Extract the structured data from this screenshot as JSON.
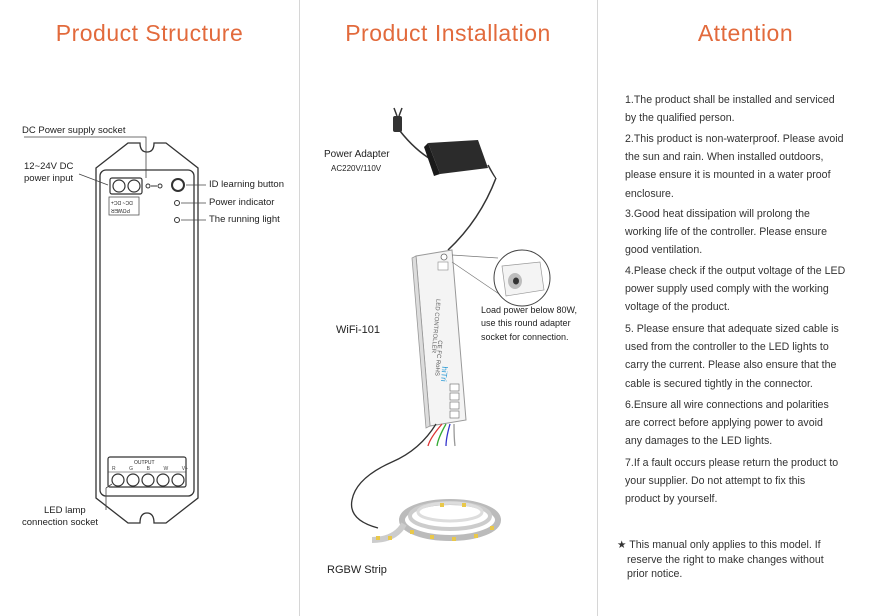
{
  "titles": {
    "structure": "Product Structure",
    "installation": "Product Installation",
    "attention": "Attention"
  },
  "structure": {
    "dc_socket": "DC Power supply socket",
    "dc_input_line1": "12~24V DC",
    "dc_input_line2": "power input",
    "id_button": "ID learning button",
    "power_indicator": "Power indicator",
    "running_light": "The running light",
    "power_marking": "POWER",
    "dc_marking": "DC~ DC+",
    "output_marking": "OUTPUT",
    "output_pins": [
      "R",
      "G",
      "B",
      "W",
      "V+"
    ],
    "led_socket_line1": "LED lamp",
    "led_socket_line2": "connection socket"
  },
  "installation": {
    "adapter_line1": "Power Adapter",
    "adapter_line2": "AC220V/110V",
    "model": "WiFi-101",
    "load_line1": "Load power below 80W,",
    "load_line2": "use this round adapter",
    "load_line3": "socket for connection.",
    "strip": "RGBW Strip",
    "device_text": "LED CONTROLLER",
    "brand": "hiTri",
    "cert": "CE FC RoHS"
  },
  "attention": {
    "items": [
      [
        "1.The product shall be installed and serviced",
        "by the qualified person."
      ],
      [
        "2.This product is non-waterproof. Please avoid",
        "the sun and rain. When installed outdoors,",
        "please ensure it is mounted in a water proof",
        "enclosure."
      ],
      [
        "3.Good heat dissipation will prolong the",
        "working life of the controller. Please ensure",
        "good ventilation."
      ],
      [
        "4.Please check if the output voltage of the LED",
        "power supply used comply with the working",
        "voltage of the product."
      ],
      [
        "5. Please ensure that adequate sized cable is",
        "used from the controller to the LED lights to",
        "carry the current. Please also ensure that the",
        "cable is secured tightly in the connector."
      ],
      [
        "6.Ensure all wire connections and polarities",
        "are correct before applying power to avoid",
        "any damages to the LED lights."
      ],
      [
        "7.If a fault occurs please return the product to",
        "your supplier. Do not attempt to fix this",
        "product by yourself."
      ]
    ],
    "note_line1": "★ This manual only applies to this model. If",
    "note_line2": "reserve the right to make changes without",
    "note_line3": "prior notice."
  }
}
